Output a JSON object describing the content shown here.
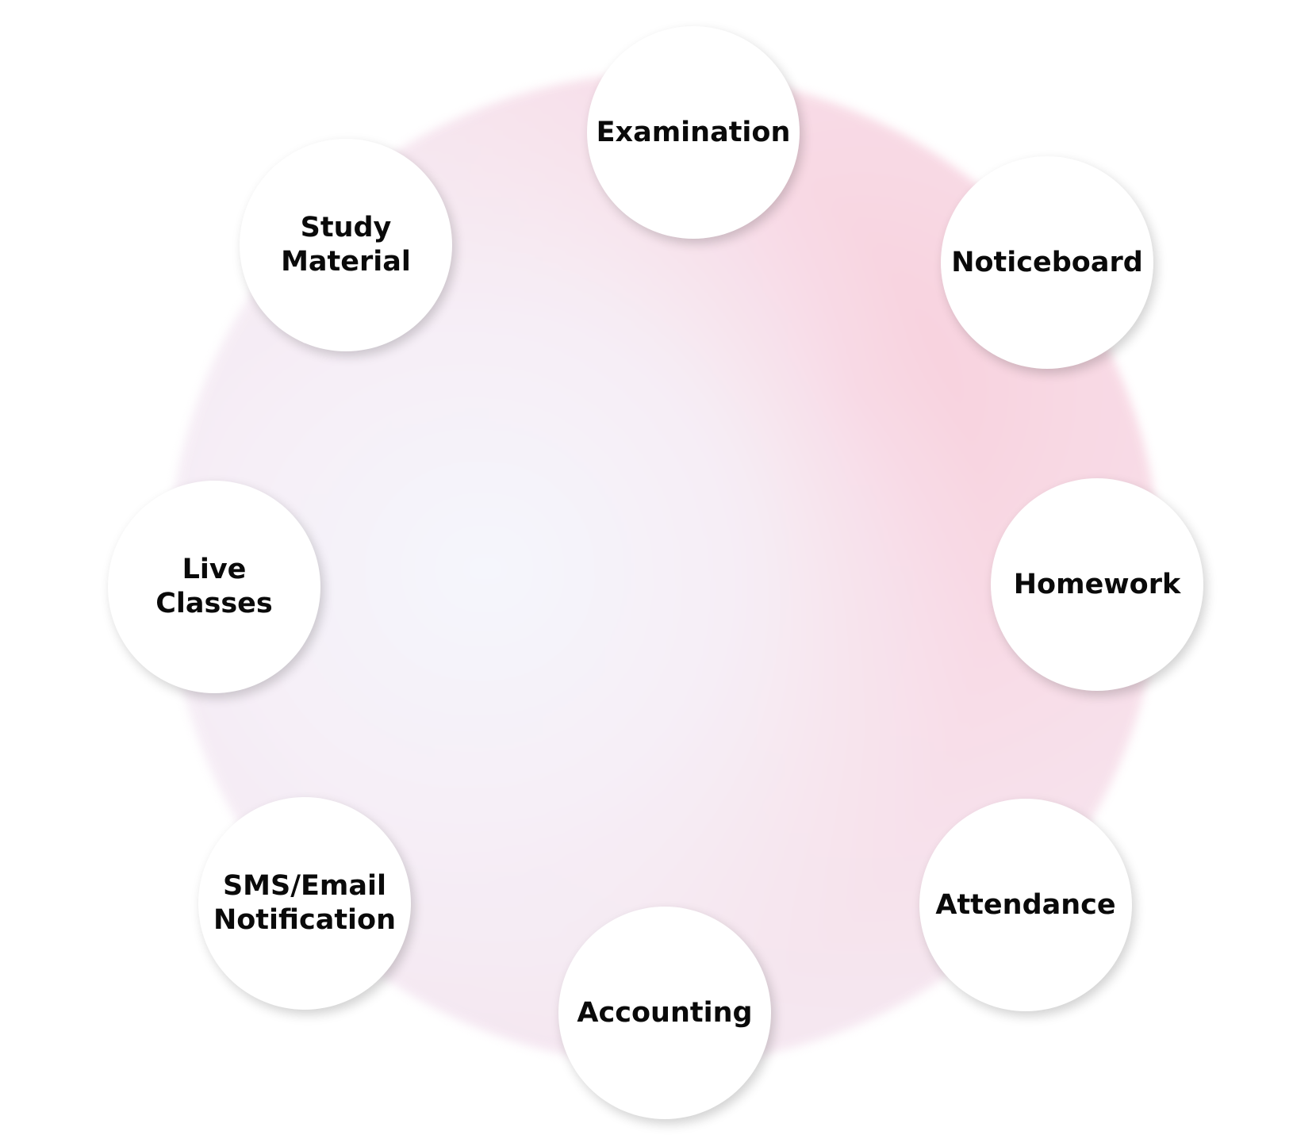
{
  "diagram": {
    "nodes": [
      {
        "label": "Examination"
      },
      {
        "label": "Noticeboard"
      },
      {
        "label": "Homework"
      },
      {
        "label": "Attendance"
      },
      {
        "label": "Accounting"
      },
      {
        "label": "SMS/Email\nNotification"
      },
      {
        "label": "Live\nClasses"
      },
      {
        "label": "Study\nMaterial"
      }
    ]
  }
}
